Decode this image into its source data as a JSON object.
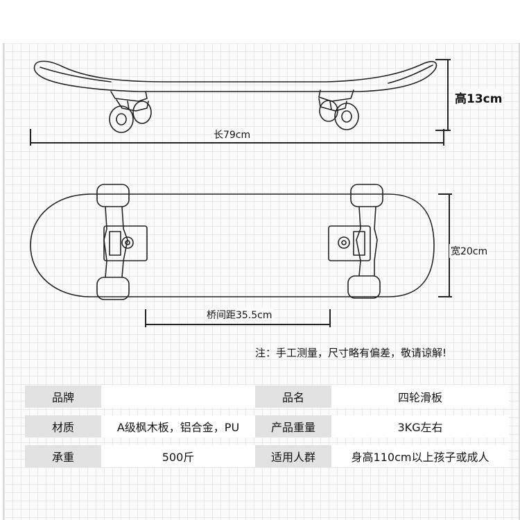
{
  "dimensions": {
    "length_label": "长79cm",
    "height_label": "高13cm",
    "width_label": "宽20cm",
    "wheelbase_label": "桥间距35.5cm"
  },
  "note": "注：手工测量，尺寸略有偏差，敬请谅解!",
  "specs": [
    {
      "label1": "品牌",
      "value1": "",
      "label2": "品名",
      "value2": "四轮滑板"
    },
    {
      "label1": "材质",
      "value1": "A级枫木板，铝合金，PU",
      "label2": "产品重量",
      "value2": "3KG左右"
    },
    {
      "label1": "承重",
      "value1": "500斤",
      "label2": "适用人群",
      "value2": "身高110cm以上孩子或成人"
    }
  ],
  "colors": {
    "line": "#222222",
    "label_bg": "#e2e2e2",
    "grid": "#e9e9e9"
  },
  "icons": [
    "skateboard-side-view",
    "skateboard-bottom-view"
  ]
}
